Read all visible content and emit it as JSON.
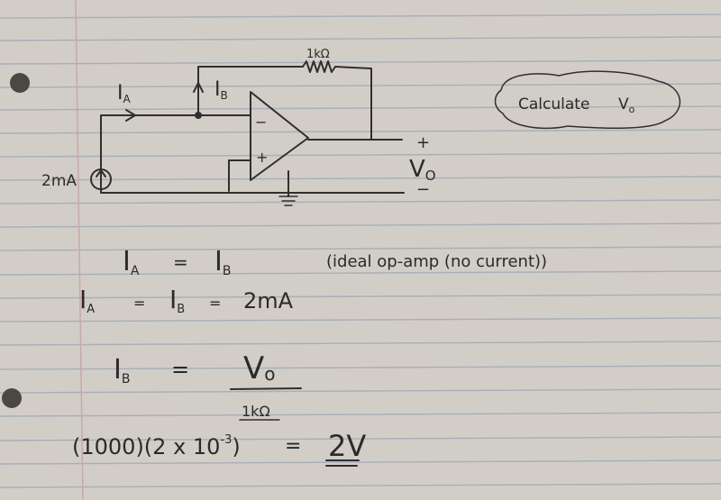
{
  "diagram": {
    "resistor_label": "1kΩ",
    "current_a": {
      "symbol": "I",
      "sub": "A"
    },
    "current_b": {
      "symbol": "I",
      "sub": "B"
    },
    "source_label": "2mA",
    "inv_sign": "−",
    "noninv_sign": "+",
    "vo_plus": "+",
    "vo_minus": "−",
    "vo": {
      "symbol": "V",
      "sub": "O"
    }
  },
  "task_note": "Calculate",
  "task_var": {
    "symbol": "V",
    "sub": "o"
  },
  "work": {
    "line1_left": {
      "symbol": "I",
      "sub": "A"
    },
    "line1_eq": "=",
    "line1_right": {
      "symbol": "I",
      "sub": "B"
    },
    "note": "(ideal op-amp (no current))",
    "line2": {
      "a": {
        "symbol": "I",
        "sub": "A"
      },
      "eq1": "=",
      "b": {
        "symbol": "I",
        "sub": "B"
      },
      "eq2": "=",
      "value": "2mA"
    },
    "line3": {
      "left": {
        "symbol": "I",
        "sub": "B"
      },
      "eq": "=",
      "numerator": {
        "symbol": "V",
        "sub": "o"
      },
      "denominator": "1kΩ"
    },
    "line4": {
      "expr": "(1000)(2 x 10",
      "exp": "-3",
      "close": ")",
      "eq": "=",
      "answer": "2V"
    }
  }
}
